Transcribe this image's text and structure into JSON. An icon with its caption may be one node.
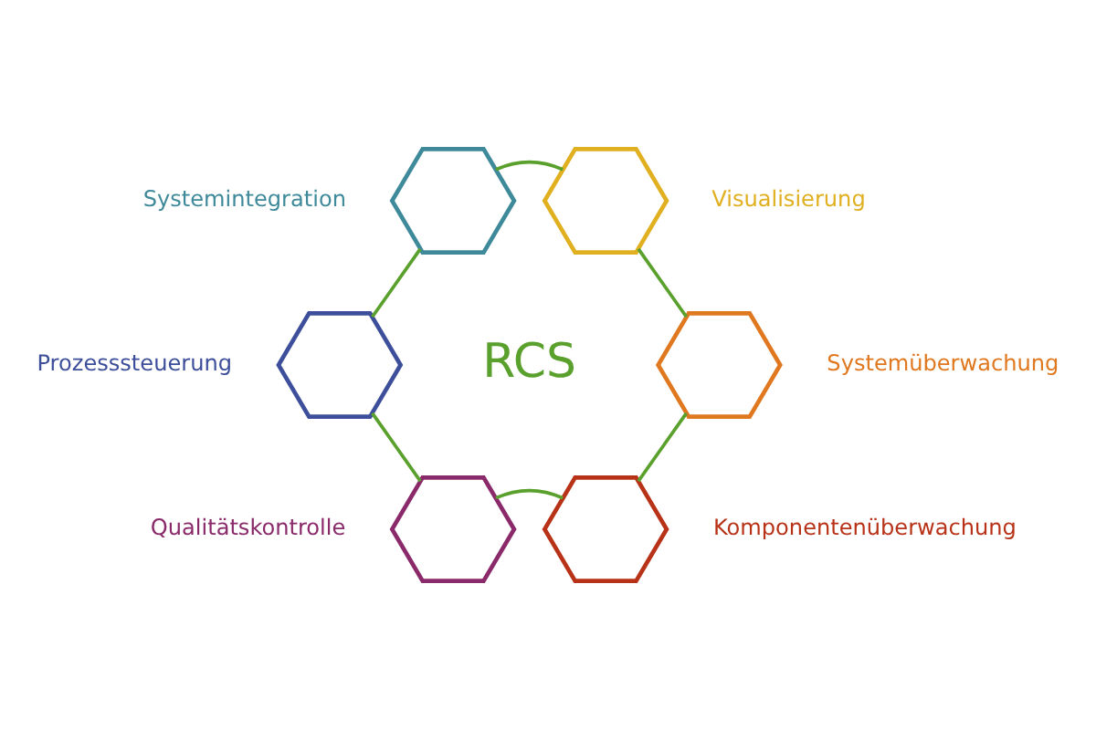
{
  "diagram": {
    "nodes": [
      {
        "text": [],
        "shape": "hexagon",
        "beside": [
          "Systemintegration"
        ]
      },
      {
        "text": [],
        "shape": "hexagon",
        "beside": [
          "Visualisierung"
        ]
      },
      {
        "text": [],
        "shape": "hexagon",
        "beside": [
          "Prozesssteuerung"
        ]
      },
      {
        "text": [
          "RCS"
        ]
      },
      {
        "text": [],
        "shape": "hexagon",
        "beside": [
          "Systemüberwachung"
        ]
      },
      {
        "text": [],
        "shape": "hexagon",
        "beside": [
          "Qualitätskontrolle"
        ]
      },
      {
        "text": [],
        "shape": "hexagon",
        "beside": [
          "Komponentenüberwachung"
        ]
      }
    ],
    "edges": [
      {
        "from": 0,
        "to": 1,
        "arrow": "none"
      },
      {
        "from": 1,
        "to": 4,
        "arrow": "none"
      },
      {
        "from": 4,
        "to": 6,
        "arrow": "none"
      },
      {
        "from": 6,
        "to": 5,
        "arrow": "none"
      },
      {
        "from": 5,
        "to": 2,
        "arrow": "none"
      },
      {
        "from": 2,
        "to": 0,
        "arrow": "none"
      }
    ]
  }
}
